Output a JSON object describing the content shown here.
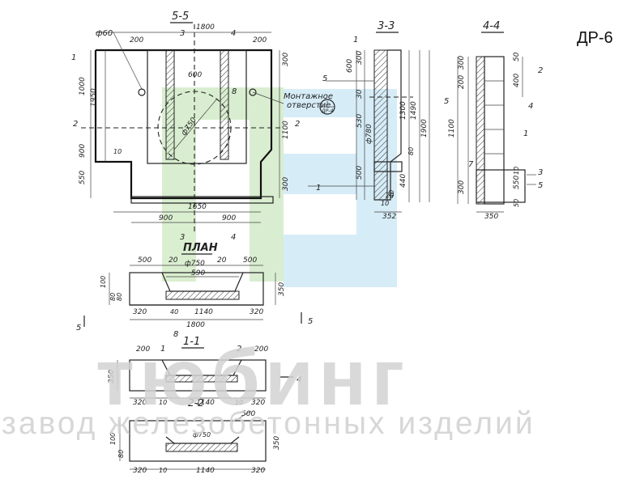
{
  "drawing": {
    "code": "ДР-6",
    "brand": "тюбинг",
    "tagline": "завод железобетонных изделий"
  },
  "views": {
    "v55": {
      "title": "5-5",
      "dims": [
        "1800",
        "200",
        "200",
        "1950",
        "1000",
        "900",
        "550",
        "300",
        "1100",
        "300",
        "900",
        "900",
        "1650",
        "600",
        "ф750",
        "8",
        "ф60",
        "3",
        "4",
        "1",
        "2",
        "2",
        "3",
        "4",
        "10"
      ]
    },
    "v33": {
      "title": "3-3",
      "dims": [
        "600",
        "300",
        "30",
        "530",
        "1300",
        "1490",
        "1900",
        "ф780",
        "500",
        "440",
        "40",
        "10",
        "352",
        "20",
        "1",
        "5",
        "1",
        "80"
      ]
    },
    "v44": {
      "title": "4-4",
      "dims": [
        "300",
        "200",
        "1100",
        "400",
        "50",
        "300",
        "350",
        "550",
        "10",
        "50",
        "2",
        "4",
        "1",
        "5",
        "7",
        "3",
        "5",
        "5"
      ]
    },
    "plan": {
      "title": "ПЛАН",
      "dims": [
        "500",
        "20",
        "ф750",
        "500",
        "20",
        "590",
        "40",
        "1140",
        "320",
        "320",
        "1800",
        "350",
        "100",
        "80",
        "80",
        "5",
        "5",
        "8"
      ]
    },
    "v11": {
      "title": "1-1",
      "dims": [
        "200",
        "320",
        "10",
        "1140",
        "10",
        "320",
        "350",
        "200",
        "1",
        "2",
        "4"
      ]
    },
    "v22": {
      "title": "2-2",
      "dims": [
        "500",
        "320",
        "10",
        "1140",
        "320",
        "350",
        "100",
        "80",
        "ф750"
      ]
    }
  },
  "callout": {
    "text1": "Монтажное",
    "text2": "отверстие",
    "ref_top": "1",
    "ref_bottom": "ДР-4"
  },
  "colors": {
    "lines": "#222222",
    "watermark_green": "#d3ecc8",
    "watermark_blue": "#cfe9f6",
    "brand_gray": "#d3d3d3"
  }
}
